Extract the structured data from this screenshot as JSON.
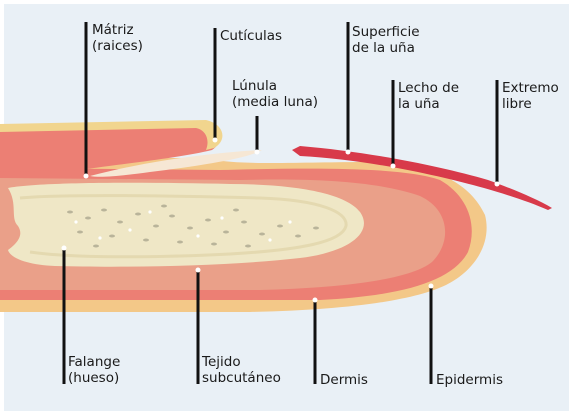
{
  "labels": {
    "matriz": {
      "line1": "Mátriz",
      "line2": "(raices)"
    },
    "cuticulas": {
      "line1": "Cutículas"
    },
    "lunula": {
      "line1": "Lúnula",
      "line2": "(media luna)"
    },
    "superficie": {
      "line1": "Superficie",
      "line2": "de la uña"
    },
    "lecho": {
      "line1": "Lecho de",
      "line2": "la uña"
    },
    "extremo": {
      "line1": "Extremo",
      "line2": "libre"
    },
    "falange": {
      "line1": "Falange",
      "line2": "(hueso)"
    },
    "tejido": {
      "line1": "Tejido",
      "line2": "subcutáneo"
    },
    "dermis": {
      "line1": "Dermis"
    },
    "epidermis": {
      "line1": "Epidermis"
    }
  },
  "colors": {
    "background": "#e9f0f6",
    "epidermis": "#f3c888",
    "dermis": "#ec7f74",
    "subcutaneous": "#eaa089",
    "bone": "#efe7c6",
    "nail": "#d83a4a",
    "cuticle": "#f1d58e",
    "leader": "#111111"
  }
}
